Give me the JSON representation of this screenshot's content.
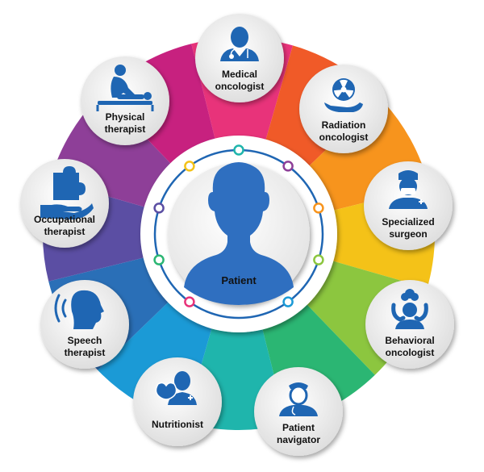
{
  "center": {
    "label": "Patient"
  },
  "roles": [
    {
      "id": "medical-oncologist",
      "lines": [
        "Medical",
        "oncologist"
      ],
      "icon": "doctor-icon"
    },
    {
      "id": "radiation-oncologist",
      "lines": [
        "Radiation",
        "oncologist"
      ],
      "icon": "radiation-hand-icon"
    },
    {
      "id": "specialized-surgeon",
      "lines": [
        "Specialized",
        "surgeon"
      ],
      "icon": "surgeon-icon"
    },
    {
      "id": "behavioral-oncologist",
      "lines": [
        "Behavioral",
        "oncologist"
      ],
      "icon": "stressed-head-icon"
    },
    {
      "id": "patient-navigator",
      "lines": [
        "Patient",
        "navigator"
      ],
      "icon": "nurse-icon"
    },
    {
      "id": "nutritionist",
      "lines": [
        "Nutritionist"
      ],
      "icon": "nutritionist-apple-icon"
    },
    {
      "id": "speech-therapist",
      "lines": [
        "Speech",
        "therapist"
      ],
      "icon": "speaking-head-icon"
    },
    {
      "id": "occupational-therapist",
      "lines": [
        "Occupational",
        "therapist"
      ],
      "icon": "puzzle-hand-icon"
    },
    {
      "id": "physical-therapist",
      "lines": [
        "Physical",
        "therapist"
      ],
      "icon": "massage-icon"
    }
  ],
  "colors": {
    "segments": [
      "#e8337a",
      "#f05a28",
      "#f7941d",
      "#f4c218",
      "#8cc63f",
      "#2bb673",
      "#1fb5ac",
      "#1b9ad6",
      "#2a6fb7",
      "#5b4ea3",
      "#8e3f98",
      "#c7217f"
    ],
    "icon": "#1f66b3",
    "ring": "#1f66b3",
    "ringDots": [
      "#1fb5ac",
      "#8e3f98",
      "#f7941d",
      "#8cc63f",
      "#1b9ad6",
      "#e8337a",
      "#2bb673",
      "#5b4ea3",
      "#f4c218",
      "#c7217f"
    ]
  }
}
